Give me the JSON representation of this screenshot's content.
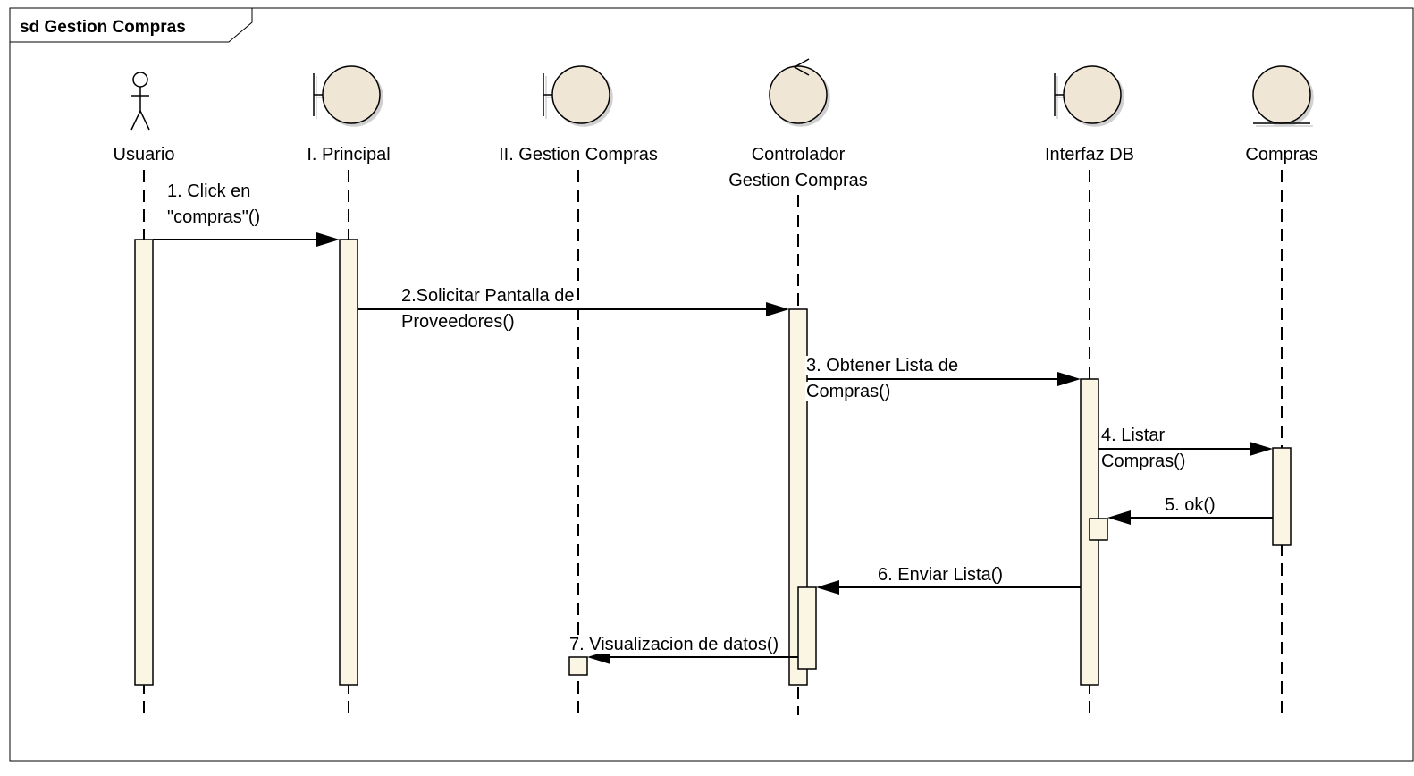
{
  "diagram": {
    "frame_title": "sd Gestion Compras",
    "colors": {
      "activation_fill": "#fbf5e4",
      "shape_fill": "#f0e6d6",
      "line": "#000000"
    },
    "lifelines": [
      {
        "id": "usuario",
        "type": "actor",
        "label_lines": [
          "Usuario"
        ]
      },
      {
        "id": "principal",
        "type": "boundary",
        "label_lines": [
          "I. Principal"
        ]
      },
      {
        "id": "gestion",
        "type": "boundary",
        "label_lines": [
          "II. Gestion Compras"
        ]
      },
      {
        "id": "controlador",
        "type": "control",
        "label_lines": [
          "Controlador",
          "Gestion Compras"
        ]
      },
      {
        "id": "interfazdb",
        "type": "boundary",
        "label_lines": [
          "Interfaz DB"
        ]
      },
      {
        "id": "compras",
        "type": "entity",
        "label_lines": [
          "Compras"
        ]
      }
    ],
    "messages": [
      {
        "id": "m1",
        "from": "usuario",
        "to": "principal",
        "label_lines": [
          "1. Click en",
          "\"compras\"()"
        ]
      },
      {
        "id": "m2",
        "from": "principal",
        "to": "controlador",
        "label_lines": [
          "2.Solicitar Pantalla de",
          "Proveedores()"
        ]
      },
      {
        "id": "m3",
        "from": "controlador",
        "to": "interfazdb",
        "label_lines": [
          "3. Obtener Lista de",
          "Compras()"
        ]
      },
      {
        "id": "m4",
        "from": "interfazdb",
        "to": "compras",
        "label_lines": [
          "4. Listar",
          "Compras()"
        ]
      },
      {
        "id": "m5",
        "from": "compras",
        "to": "interfazdb",
        "label_lines": [
          "5. ok()"
        ]
      },
      {
        "id": "m6",
        "from": "interfazdb",
        "to": "controlador",
        "label_lines": [
          "6. Enviar Lista()"
        ]
      },
      {
        "id": "m7",
        "from": "controlador",
        "to": "gestion",
        "label_lines": [
          "7.  Visualizacion de datos()"
        ]
      }
    ]
  }
}
